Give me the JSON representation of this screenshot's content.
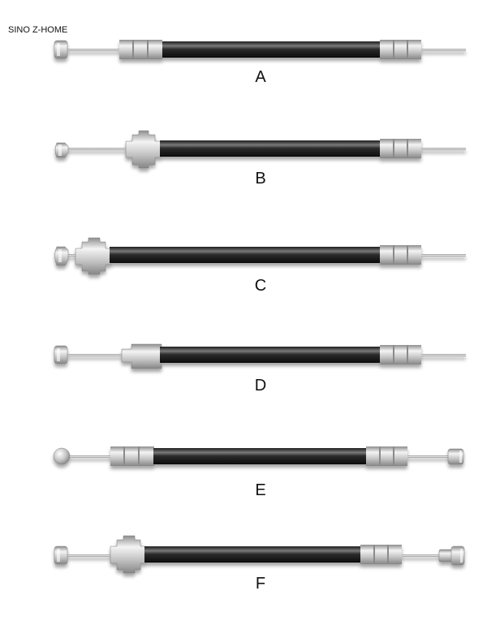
{
  "brand": {
    "text": "SINO Z-HOME"
  },
  "cables": [
    {
      "label": "A",
      "end_left": "barrel",
      "ferrule_left": "grooved",
      "end_right": "bare-wire"
    },
    {
      "label": "B",
      "end_left": "pear",
      "ferrule_left": "stepped",
      "end_right": "bare-wire"
    },
    {
      "label": "C",
      "end_left": "pear",
      "ferrule_left": "stepped",
      "end_right": "bare-wire"
    },
    {
      "label": "D",
      "end_left": "barrel",
      "ferrule_left": "plain",
      "end_right": "bare-wire"
    },
    {
      "label": "E",
      "end_left": "ball",
      "ferrule_left": "grooved",
      "end_right": "barrel-nipple"
    },
    {
      "label": "F",
      "end_left": "barrel",
      "ferrule_left": "stepped",
      "end_right": "double-nipple"
    }
  ]
}
